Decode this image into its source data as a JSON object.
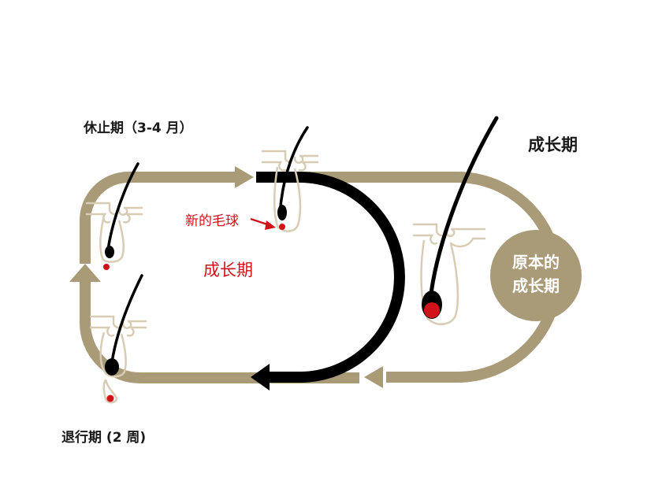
{
  "labels": {
    "resting": "休止期（3-4 月）",
    "growth_top_right": "成长期",
    "new_bulb": "新的毛球",
    "growth_center": "成长期",
    "original_growth_line1": "原本的",
    "original_growth_line2": "成长期",
    "regression": "退行期 (2 周)"
  },
  "colors": {
    "cycle_track": "#a99a78",
    "new_cycle": "#000000",
    "accent_red": "#d0121b",
    "skin_outline": "#d8ccb5",
    "badge_fill": "#a99a78"
  }
}
